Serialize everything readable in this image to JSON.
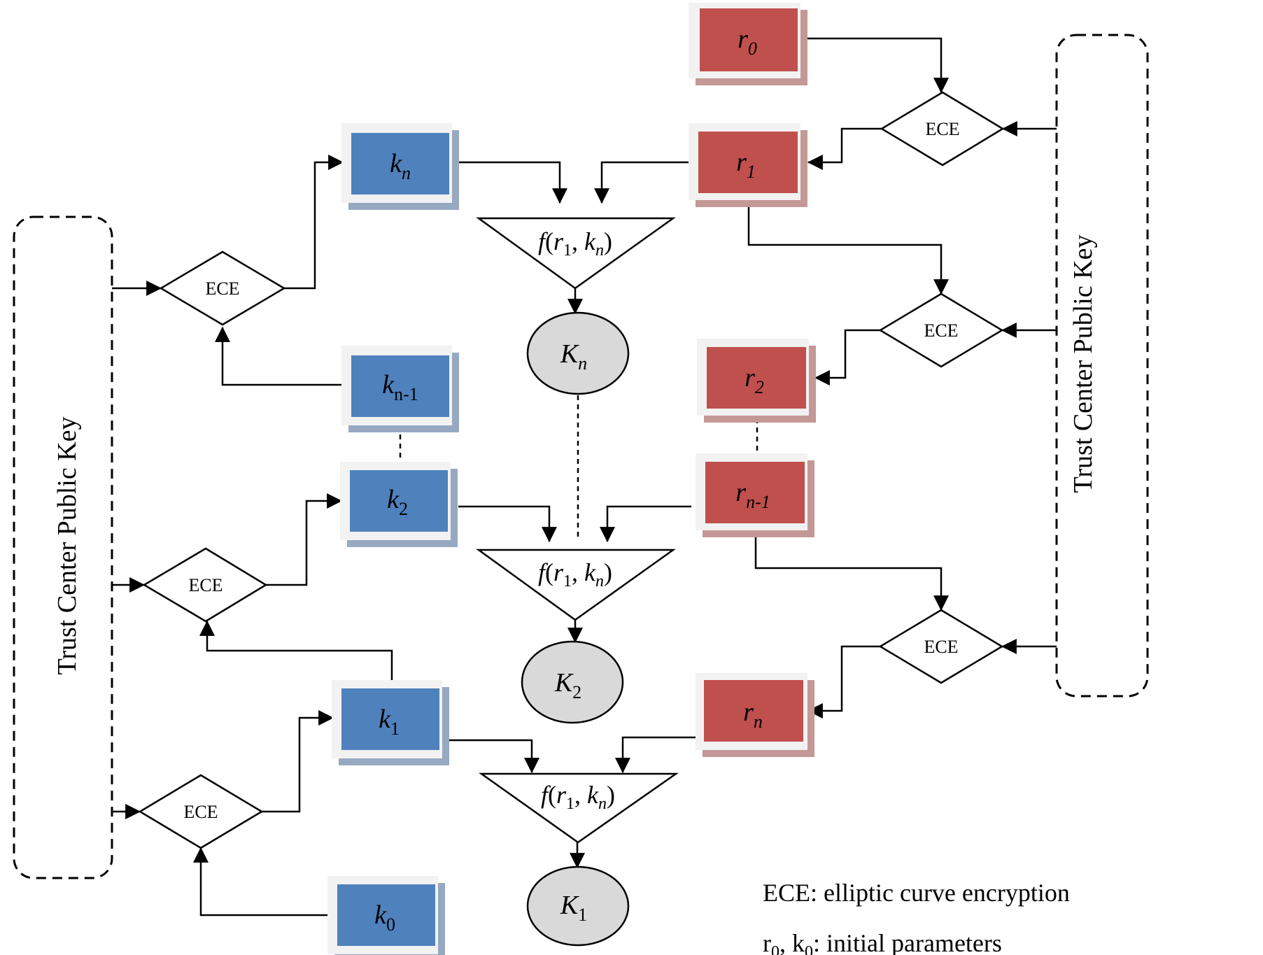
{
  "colors": {
    "k_fill": "#4f81bd",
    "k_shadow": "#97a9c1",
    "r_fill": "#c0504d",
    "r_shadow": "#c49896",
    "frame": "#f2f2f2",
    "oval": "#d9d9d9"
  },
  "trust_center_left": {
    "label": "Trust Center Public Key"
  },
  "trust_center_right": {
    "label": "Trust Center Public Key"
  },
  "k_boxes": {
    "kn": {
      "base": "k",
      "sub": "n"
    },
    "kn1": {
      "base": "k",
      "sub": "n-1"
    },
    "k2": {
      "base": "k",
      "sub": "2"
    },
    "k1": {
      "base": "k",
      "sub": "1"
    },
    "k0": {
      "base": "k",
      "sub": "0"
    }
  },
  "r_boxes": {
    "r0": {
      "base": "r",
      "sub": "0"
    },
    "r1": {
      "base": "r",
      "sub": "1"
    },
    "r2": {
      "base": "r",
      "sub": "2"
    },
    "rn1": {
      "base": "r",
      "sub": "n-1"
    },
    "rn": {
      "base": "r",
      "sub": "n"
    }
  },
  "ece": {
    "left_top": "ECE",
    "left_mid": "ECE",
    "left_bottom": "ECE",
    "right_top": "ECE",
    "right_mid": "ECE",
    "right_bottom": "ECE"
  },
  "functions": {
    "top": {
      "f": "f",
      "r": "r",
      "r_sub": "1",
      "sep": ", ",
      "k": "k",
      "k_sub": "n"
    },
    "middle": {
      "f": "f",
      "r": "r",
      "r_sub": "1",
      "sep": ", ",
      "k": "k",
      "k_sub": "n"
    },
    "bottom": {
      "f": "f",
      "r": "r",
      "r_sub": "1",
      "sep": ", ",
      "k": "k",
      "k_sub": "n"
    }
  },
  "outputs": {
    "Kn": {
      "base": "K",
      "sub": "n"
    },
    "K2": {
      "base": "K",
      "sub": "2"
    },
    "K1": {
      "base": "K",
      "sub": "1"
    }
  },
  "legend": {
    "line1": "ECE: elliptic curve encryption",
    "line2_r": "r",
    "line2_r_sub": "0",
    "line2_sep": ", k",
    "line2_k_sub": "0",
    "line2_rest": ": initial parameters"
  }
}
